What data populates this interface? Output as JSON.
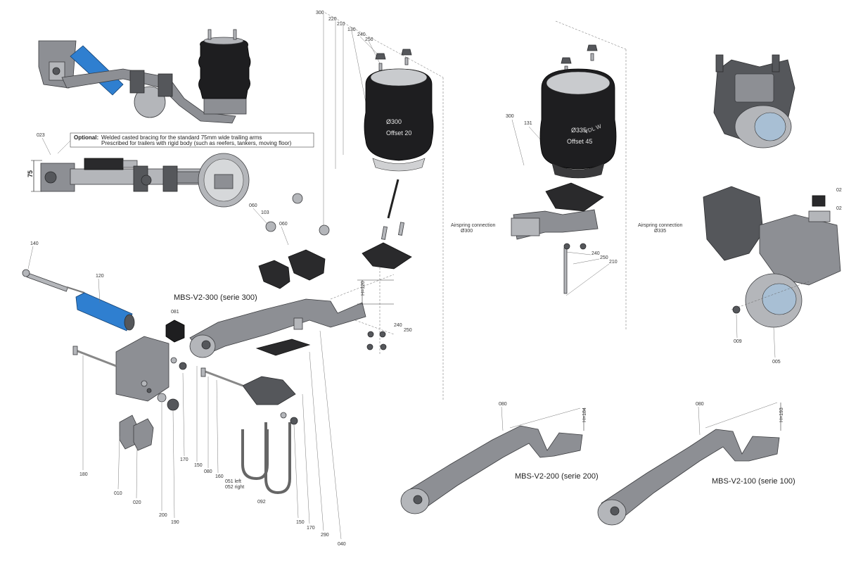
{
  "note": {
    "optional_label": "Optional:",
    "line1": "Welded casted bracing for the standard 75mm wide trailing arms",
    "line2": "Prescribed for trailers with rigid body (such as reefers, tankers, moving floor)"
  },
  "dims": {
    "width_75": "75",
    "h120": "H=120",
    "h184": "H=184",
    "h193": "H=193"
  },
  "titles": {
    "serie300": "MBS-V2-300 (serie 300)",
    "serie200": "MBS-V2-200 (serie 200)",
    "serie100": "MBS-V2-100 (serie 100)"
  },
  "airsprings": {
    "a300_size": "Ø300",
    "a300_offset": "Offset 20",
    "a335_size": "Ø335",
    "a335_offset": "Offset 45",
    "a335_brand": "VDL W",
    "conn300_line1": "Airspring connection",
    "conn300_line2": "Ø300",
    "conn335_line1": "Airspring connection",
    "conn335_line2": "Ø335"
  },
  "part_numbers": {
    "p023": "023",
    "p300a": "300",
    "p220": "220",
    "p210a": "210",
    "p130": "130",
    "p240a": "240",
    "p250a": "250",
    "p300b": "300",
    "p131": "131",
    "p060a": "060",
    "p103": "103",
    "p060b": "060",
    "p140": "140",
    "p120": "120",
    "p081": "081",
    "p240b": "240",
    "p250b": "250",
    "p240c": "240",
    "p250c": "250",
    "p210b": "210",
    "p180": "180",
    "p170a": "170",
    "p150a": "150",
    "p080a": "080",
    "p160": "160",
    "p051": "051 left",
    "p052": "052 right",
    "p092": "092",
    "p010": "010",
    "p020": "020",
    "p200": "200",
    "p190": "190",
    "p150b": "150",
    "p170b": "170",
    "p290": "290",
    "p040": "040",
    "p080b": "080",
    "p080c": "080",
    "p009": "009",
    "p005": "005",
    "p02a": "02",
    "p02b": "02"
  }
}
